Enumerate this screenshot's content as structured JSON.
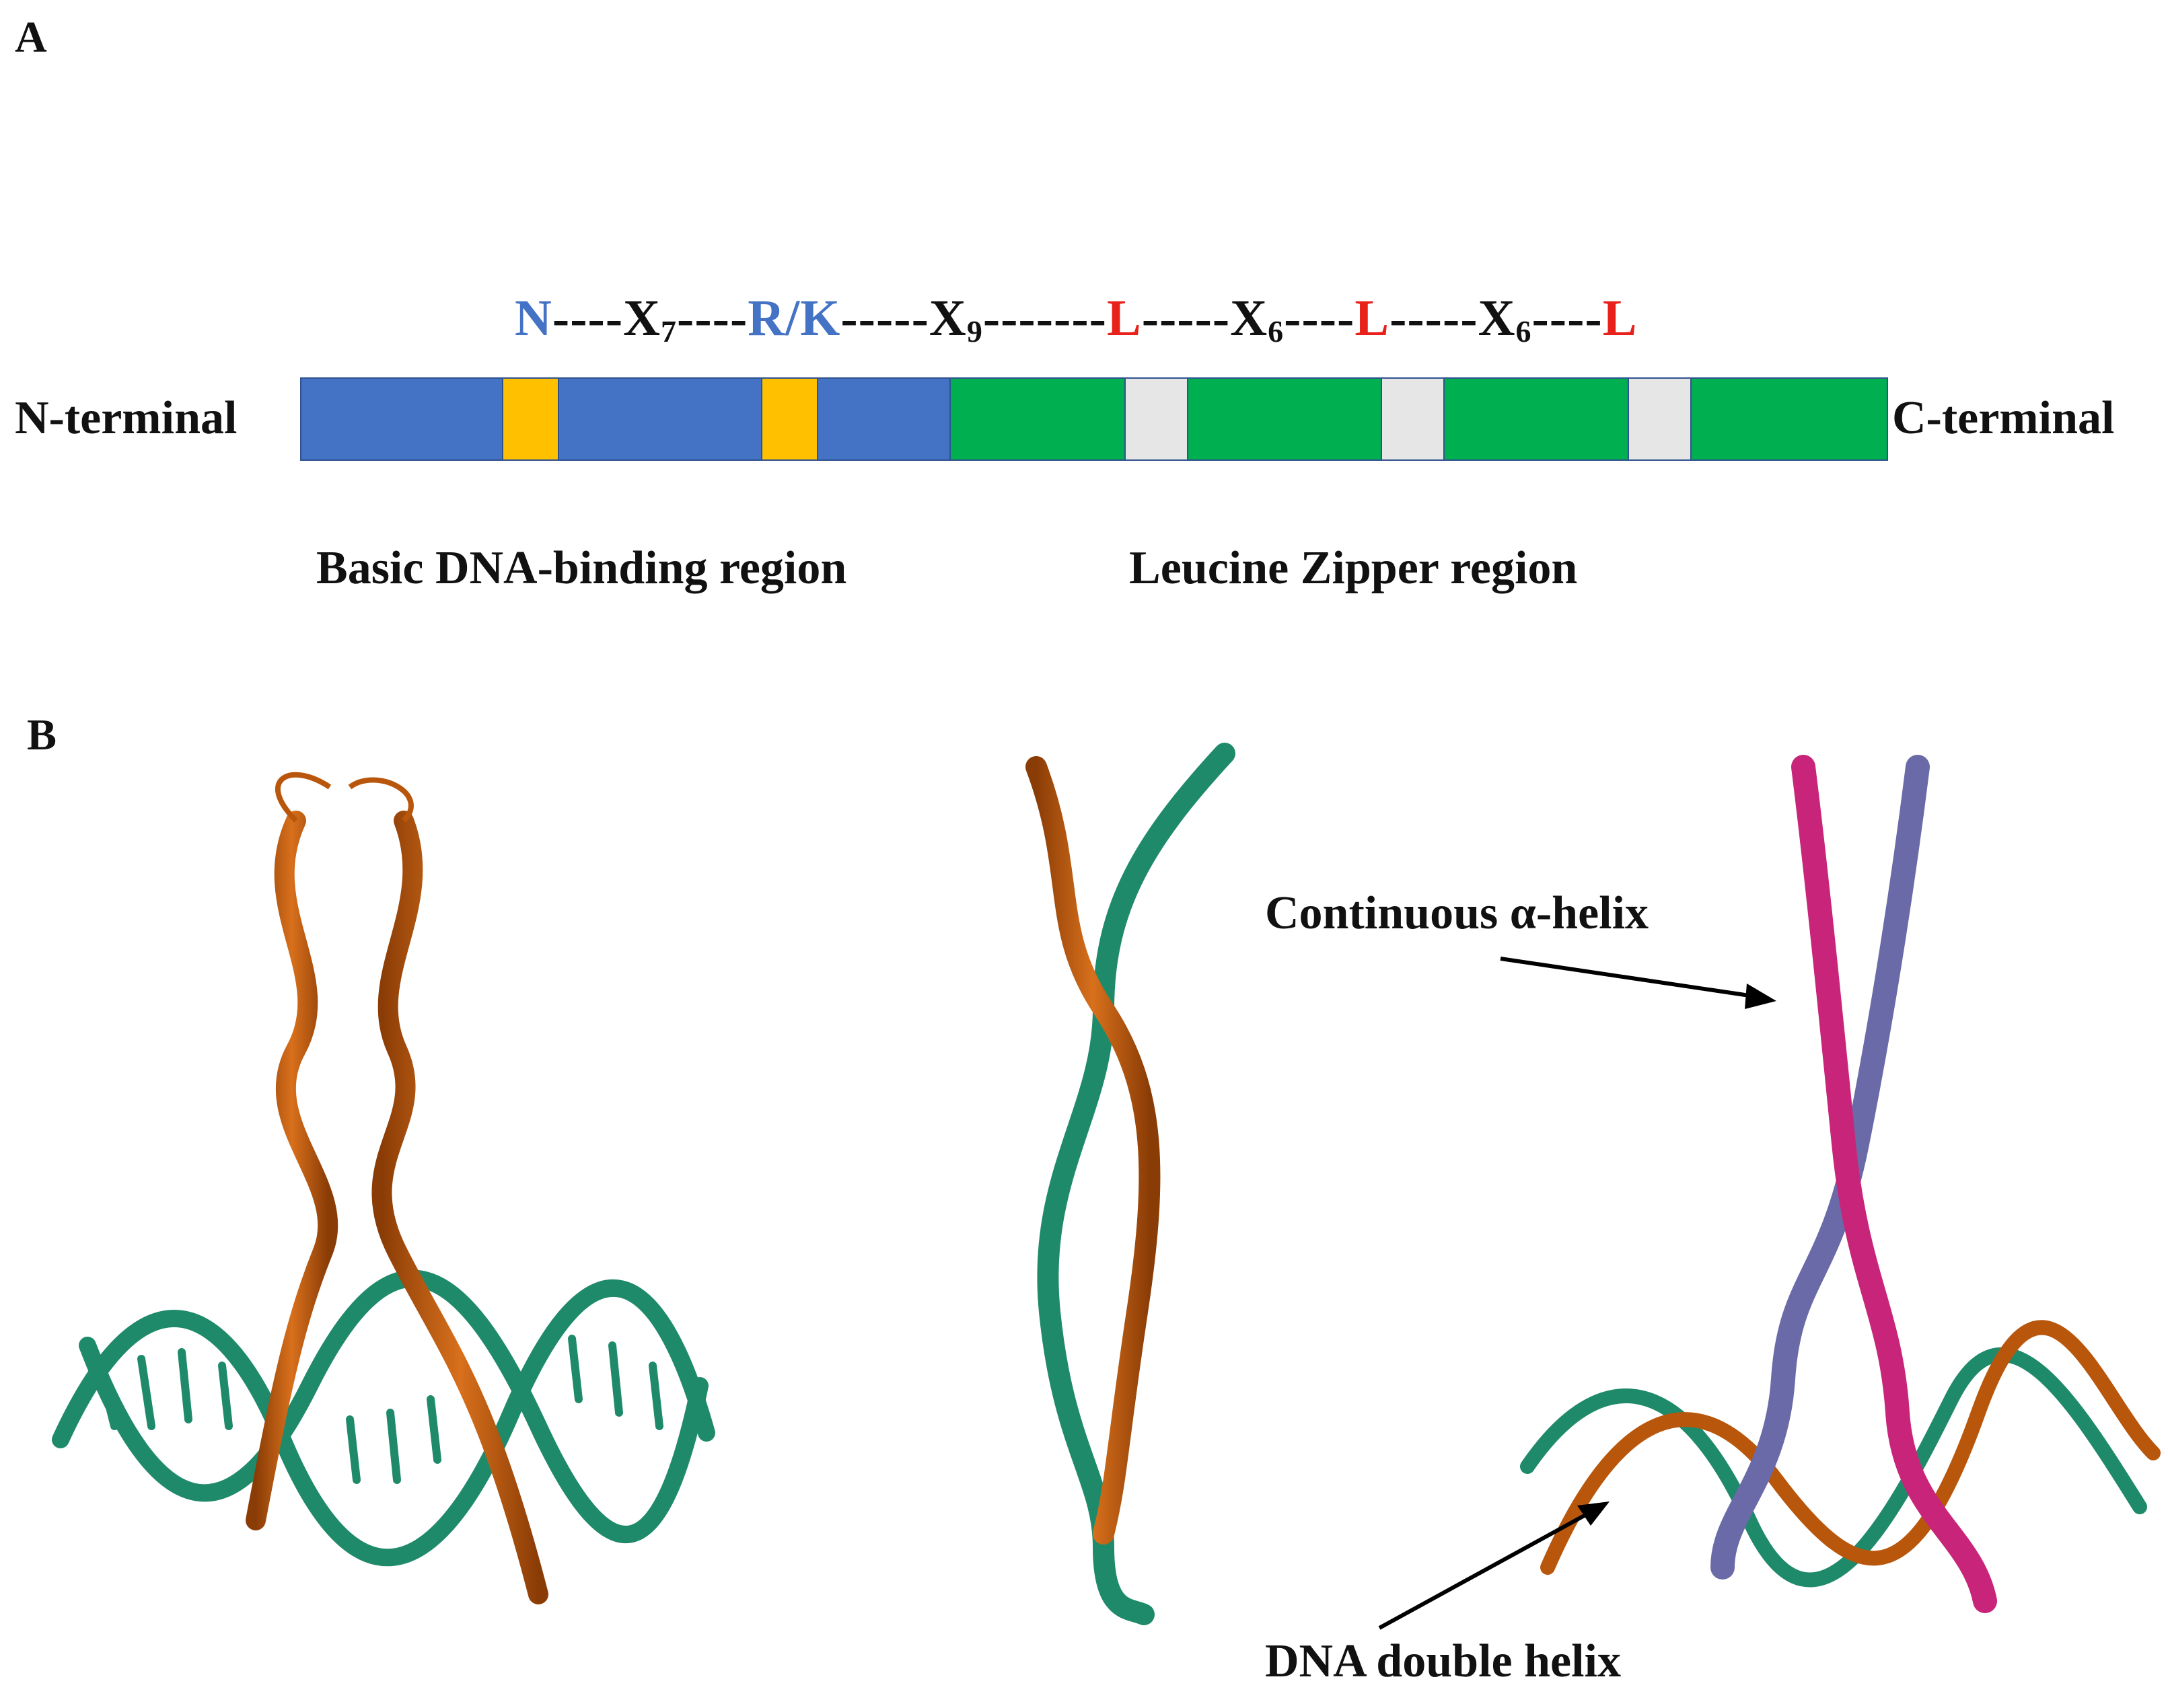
{
  "panels": {
    "a": "A",
    "b": "B"
  },
  "sequence": [
    {
      "text": "N",
      "kind": "blue"
    },
    {
      "text": "----",
      "kind": "dash"
    },
    {
      "text": "X",
      "sub": "7",
      "kind": "dash"
    },
    {
      "text": "----",
      "kind": "dash"
    },
    {
      "text": "R/K",
      "kind": "blue"
    },
    {
      "text": "-----",
      "kind": "dash"
    },
    {
      "text": "X",
      "sub": "9",
      "kind": "dash"
    },
    {
      "text": "-------",
      "kind": "dash"
    },
    {
      "text": "L",
      "kind": "red"
    },
    {
      "text": "-----",
      "kind": "dash"
    },
    {
      "text": "X",
      "sub": "6",
      "kind": "dash"
    },
    {
      "text": "----",
      "kind": "dash"
    },
    {
      "text": "L",
      "kind": "red"
    },
    {
      "text": "-----",
      "kind": "dash"
    },
    {
      "text": "X",
      "sub": "6",
      "kind": "dash"
    },
    {
      "text": "----",
      "kind": "dash"
    },
    {
      "text": "L",
      "kind": "red"
    }
  ],
  "labels": {
    "n_terminal": "N-terminal",
    "c_terminal": "C-terminal",
    "basic_region": "Basic DNA-binding region",
    "zipper_region": "Leucine Zipper region",
    "continuous_helix": "Continuous α-helix",
    "dna_double_helix": "DNA double helix"
  },
  "colors": {
    "basic_region": "#4472c4",
    "basic_residue": "#ffc000",
    "zipper_region": "#00b050",
    "leucine_residue": "#e7e6e6",
    "protein_orange": "#b8560c",
    "dna_teal": "#1f8a6a",
    "helix_magenta": "#c8257a",
    "helix_slate": "#6a6aa8",
    "residue_blue": "#4472c4",
    "residue_red": "#e8211b"
  }
}
